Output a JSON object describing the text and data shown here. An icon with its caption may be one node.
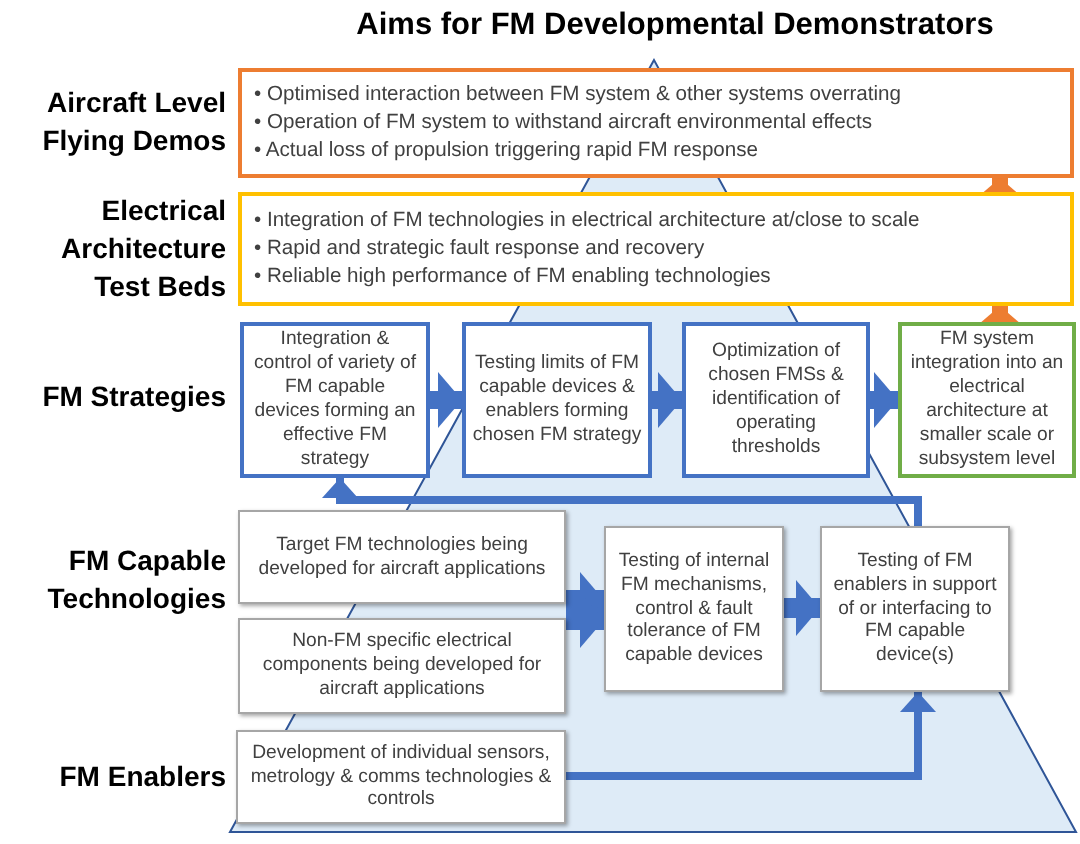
{
  "diagram": {
    "title": "Aims for FM Developmental Demonstrators",
    "nodes": [
      {
        "text": [
          "• Optimised interaction between FM system & other systems overrating",
          "• Operation of FM system to withstand aircraft environmental effects",
          "• Actual loss of propulsion triggering rapid FM response"
        ]
      },
      {
        "text": [
          "• Integration of FM technologies in electrical architecture at/close to scale",
          "• Rapid and strategic fault response and recovery",
          "• Reliable high performance of FM enabling technologies"
        ]
      },
      {
        "text": [
          "Integration & control of variety of FM capable devices forming an effective FM strategy"
        ]
      },
      {
        "text": [
          "Testing limits of FM capable devices & enablers forming chosen FM strategy"
        ]
      },
      {
        "text": [
          "Optimization of chosen FMSs & identification of operating thresholds"
        ]
      },
      {
        "text": [
          "FM system integration into an electrical architecture at smaller scale or subsystem level"
        ]
      },
      {
        "text": [
          "Target FM technologies being developed for aircraft applications"
        ]
      },
      {
        "text": [
          "Non-FM specific electrical components being developed for aircraft applications"
        ]
      },
      {
        "text": [
          "Testing of internal FM mechanisms, control & fault tolerance of FM capable devices"
        ]
      },
      {
        "text": [
          "Testing of FM enablers in support of or interfacing to FM capable device(s)"
        ]
      },
      {
        "text": [
          "Development of individual sensors, metrology & comms technologies & controls"
        ]
      }
    ],
    "edges": [
      {
        "from": 2,
        "to": 3,
        "arrow": "to"
      },
      {
        "from": 3,
        "to": 4,
        "arrow": "to"
      },
      {
        "from": 4,
        "to": 5,
        "arrow": "to"
      },
      {
        "from": 6,
        "to": 8,
        "arrow": "to"
      },
      {
        "from": 7,
        "to": 8,
        "arrow": "to"
      },
      {
        "from": 8,
        "to": 9,
        "arrow": "to"
      },
      {
        "from": 10,
        "to": 9,
        "arrow": "to"
      },
      {
        "from": 9,
        "to": 2,
        "arrow": "to"
      },
      {
        "from": 5,
        "to": 1,
        "arrow": "to",
        "color": "#ed7d31"
      },
      {
        "from": 1,
        "to": 0,
        "arrow": "to",
        "color": "#ed7d31"
      }
    ],
    "labels": [
      "Aircraft Level Flying Demos",
      "Electrical Architecture Test Beds",
      "FM Strategies",
      "FM Capable Technologies",
      "FM Enablers"
    ]
  }
}
